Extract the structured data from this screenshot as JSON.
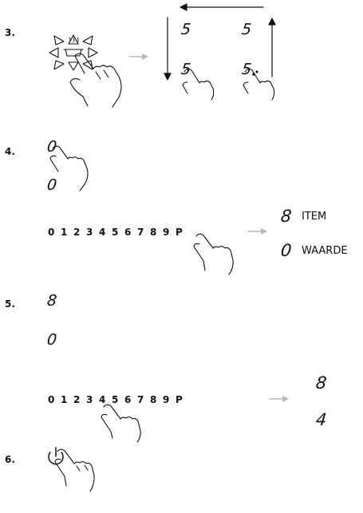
{
  "steps": [
    {
      "number": "3."
    },
    {
      "number": "4."
    },
    {
      "number": "5."
    },
    {
      "number": "6."
    }
  ],
  "step3": {
    "displays": [
      "5",
      "5",
      "5",
      "5"
    ]
  },
  "step4": {
    "displays": [
      "0",
      "0"
    ],
    "digit_row": [
      "0",
      "1",
      "2",
      "3",
      "4",
      "5",
      "6",
      "7",
      "8",
      "9",
      "P"
    ],
    "result": {
      "item_value": "8",
      "item_label": "ITEM",
      "waarde_value": "0",
      "waarde_label": "WAARDE"
    }
  },
  "step5": {
    "displays": [
      "8",
      "0"
    ],
    "digit_row": [
      "0",
      "1",
      "2",
      "3",
      "4",
      "5",
      "6",
      "7",
      "8",
      "9",
      "P"
    ],
    "result": [
      "8",
      "4"
    ]
  },
  "colors": {
    "arrow_grey": "#b8b8b8",
    "ink": "#111111"
  },
  "icons": [
    "heat-control-icon",
    "pointing-hand-icon",
    "power-button-icon",
    "arrow-right-icon"
  ]
}
